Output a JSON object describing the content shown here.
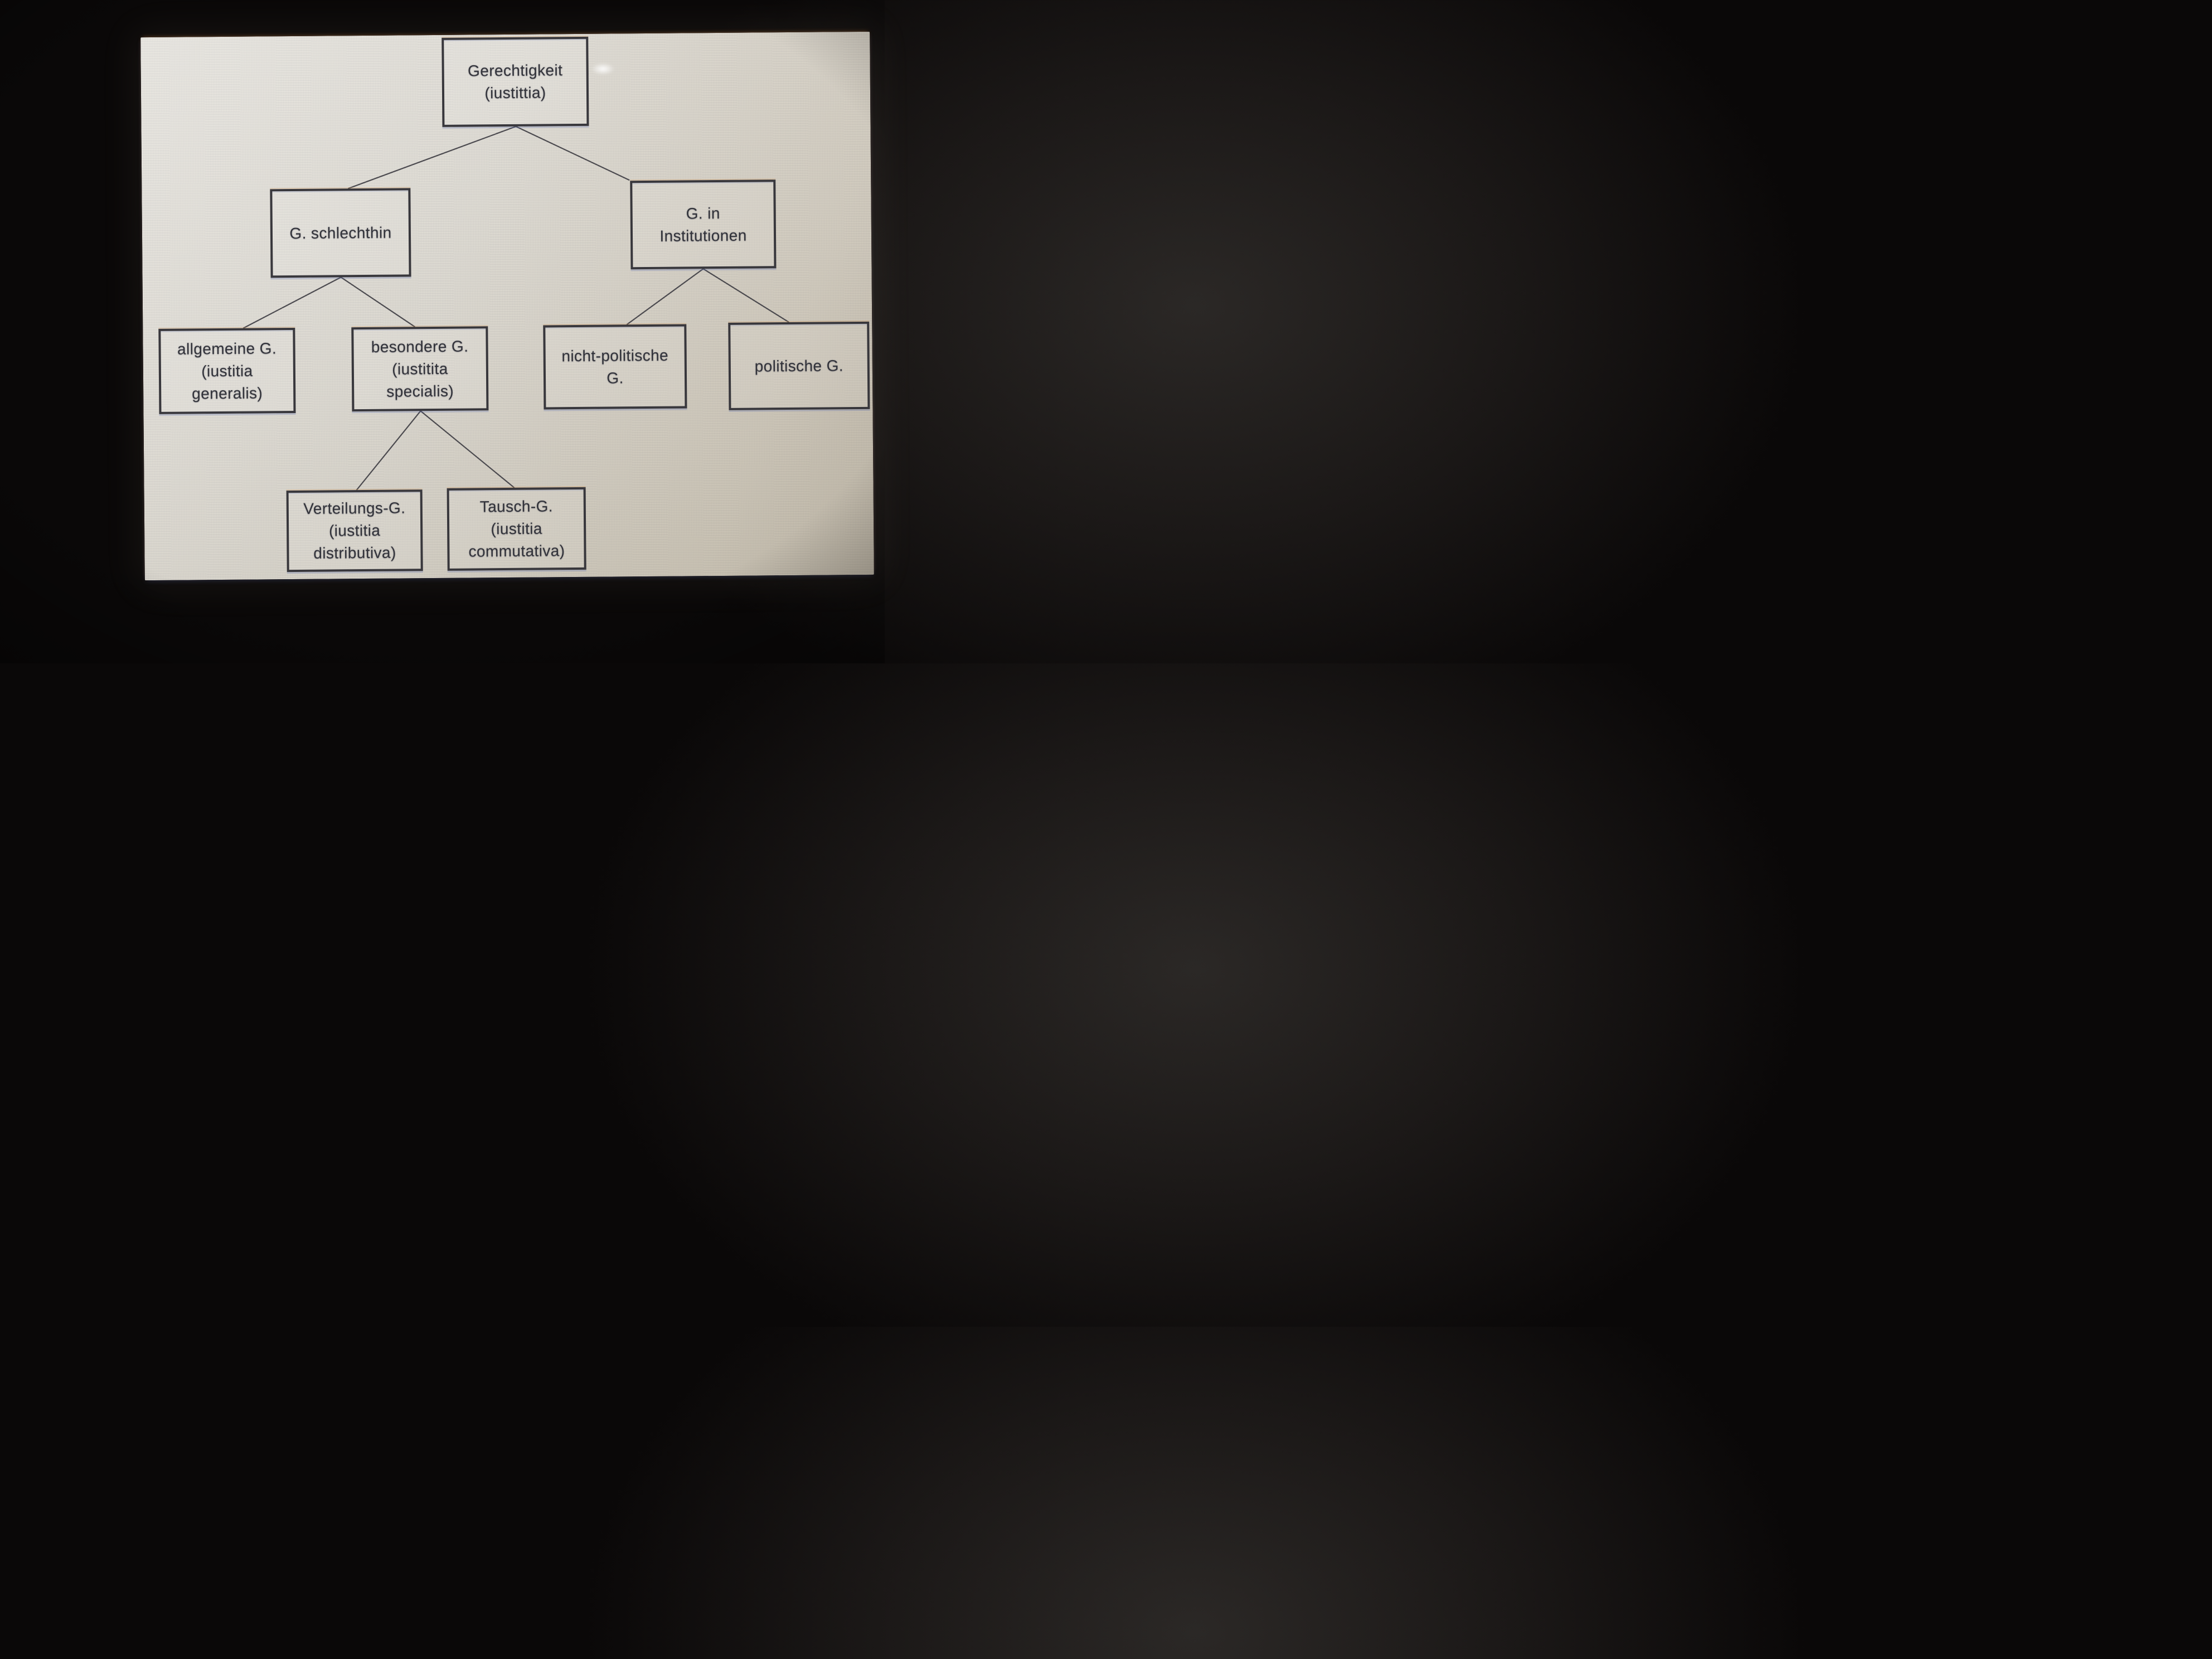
{
  "diagram_title": "Gerechtigkeit (iustittia)",
  "nodes": {
    "gerechtigkeit": {
      "lines": [
        "Gerechtigkeit",
        "(iustittia)"
      ]
    },
    "schlechthin": {
      "lines": [
        "G. schlechthin"
      ]
    },
    "institutionen": {
      "lines": [
        "G. in",
        "Institutionen"
      ]
    },
    "allgemeine": {
      "lines": [
        "allgemeine G.",
        "(iustitia",
        "generalis)"
      ]
    },
    "besondere": {
      "lines": [
        "besondere G.",
        "(iustitita",
        "specialis)"
      ]
    },
    "nicht_politische": {
      "lines": [
        "nicht-politische",
        "G."
      ]
    },
    "politische": {
      "lines": [
        "politische G."
      ]
    },
    "verteilungs": {
      "lines": [
        "Verteilungs-G.",
        "(iustitia",
        "distributiva)"
      ]
    },
    "tausch": {
      "lines": [
        "Tausch-G.",
        "(iustitia",
        "commutativa)"
      ]
    }
  },
  "edges": [
    {
      "from": "Gerechtigkeit (iustittia)",
      "to": "G. schlechthin"
    },
    {
      "from": "Gerechtigkeit (iustittia)",
      "to": "G. in Institutionen"
    },
    {
      "from": "G. schlechthin",
      "to": "allgemeine G. (iustitia generalis)"
    },
    {
      "from": "G. schlechthin",
      "to": "besondere G. (iustitita specialis)"
    },
    {
      "from": "G. in Institutionen",
      "to": "nicht-politische G."
    },
    {
      "from": "G. in Institutionen",
      "to": "politische G."
    },
    {
      "from": "besondere G. (iustitita specialis)",
      "to": "Verteilungs-G. (iustitia distributiva)"
    },
    {
      "from": "besondere G. (iustitita specialis)",
      "to": "Tausch-G. (iustitia commutativa)"
    }
  ],
  "colors": {
    "screen_background": "#dcd8cf",
    "surround_background": "#161312",
    "box_border": "#38373c",
    "text": "#32333a",
    "connector": "#403f45"
  }
}
